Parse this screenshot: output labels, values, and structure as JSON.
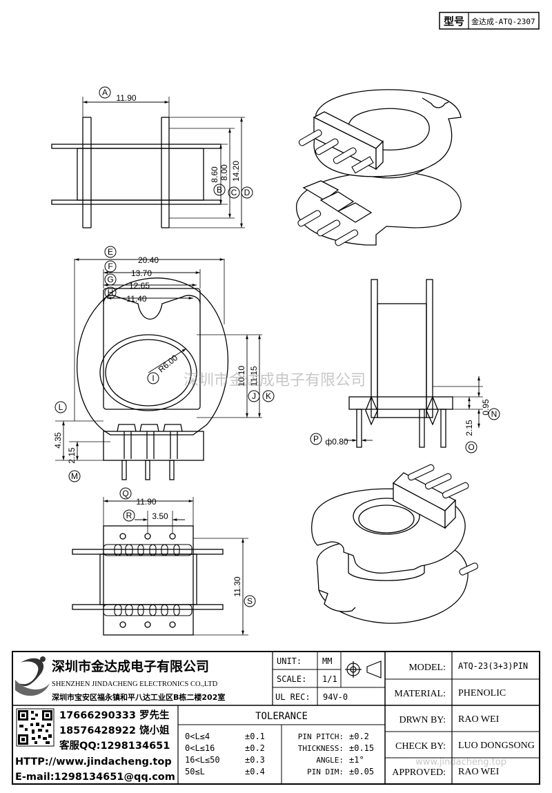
{
  "model_box": {
    "label": "型号",
    "value": "金达成-ATQ-2307"
  },
  "watermark": {
    "main": "深圳市金达成电子有限公司",
    "site": "www.jindacheng.top"
  },
  "top_view": {
    "A": {
      "tag": "A",
      "value": "11.90"
    },
    "B": {
      "tag": "B",
      "value": "8.60"
    },
    "C": {
      "tag": "C",
      "value": "8.00"
    },
    "D": {
      "tag": "D",
      "value": "14.20"
    }
  },
  "front_view": {
    "E": {
      "tag": "E",
      "value": "20.40"
    },
    "F": {
      "tag": "F",
      "value": "13.70"
    },
    "G": {
      "tag": "G",
      "value": "12.65"
    },
    "H": {
      "tag": "H",
      "value": "11.40"
    },
    "I": {
      "tag": "I",
      "value": "R6.00"
    },
    "J": {
      "tag": "J",
      "value": "10.10"
    },
    "K": {
      "tag": "K",
      "value": "11.15"
    },
    "L": {
      "tag": "L",
      "value": "4.35"
    },
    "M": {
      "tag": "M",
      "value": "2.15"
    }
  },
  "side_view": {
    "N": {
      "tag": "N",
      "value": "0.95"
    },
    "O": {
      "tag": "O",
      "value": "2.15"
    },
    "P": {
      "tag": "P",
      "value": "ф0.80"
    }
  },
  "bottom_view": {
    "Q": {
      "tag": "Q",
      "value": "11.90"
    },
    "R": {
      "tag": "R",
      "value": "3.50"
    },
    "S": {
      "tag": "S",
      "value": "11.30"
    }
  },
  "company": {
    "name_cn": "深圳市金达成电子有限公司",
    "name_en": "SHENZHEN JINDACHENG ELECTRONICS CO.,LTD",
    "address": "深圳市宝安区福永镇和平八达工业区B栋二楼202室"
  },
  "contacts": {
    "line1": "17666290333 罗先生",
    "line2": "18576428922 饶小姐",
    "line3": "客服QQ:1298134651",
    "http": "HTTP://www.jindacheng.top",
    "email": "E-mail:1298134651@qq.com"
  },
  "title_block": {
    "unit_label": "UNIT:",
    "unit_value": "MM",
    "scale_label": "SCALE:",
    "scale_value": "1/1",
    "ul_label": "UL REC:",
    "ul_value": "94V-0",
    "tolerance_label": "TOLERANCE",
    "tolerances": [
      {
        "range": "0<L≤4",
        "value": "±0.1"
      },
      {
        "range": "0<L≤16",
        "value": "±0.2"
      },
      {
        "range": "16<L≤50",
        "value": "±0.3"
      },
      {
        "range": "50≤L",
        "value": "±0.4"
      }
    ],
    "pin_specs": [
      {
        "label": "PIN PITCH:",
        "value": "±0.2"
      },
      {
        "label": "THICKNESS:",
        "value": "±0.15"
      },
      {
        "label": "ANGLE:",
        "value": "±1°"
      },
      {
        "label": "PIN DIM:",
        "value": "±0.05"
      }
    ],
    "rows": [
      {
        "label": "MODEL:",
        "value": "ATQ-23(3+3)PIN"
      },
      {
        "label": "MATERIAL:",
        "value": "PHENOLIC"
      },
      {
        "label": "DRWN BY:",
        "value": "RAO WEI"
      },
      {
        "label": "CHECK BY:",
        "value": "LUO DONGSONG"
      },
      {
        "label": "APPROVED:",
        "value": "RAO WEI"
      }
    ]
  }
}
